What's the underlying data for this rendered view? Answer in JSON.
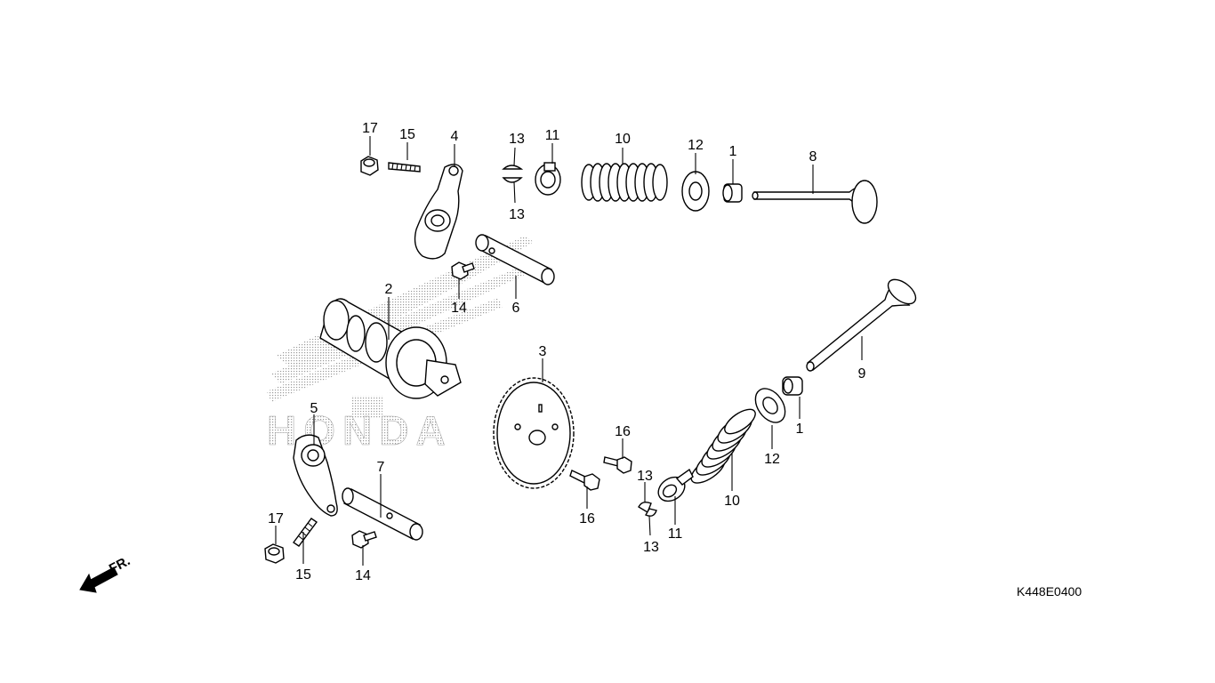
{
  "diagram": {
    "code": "K448E0400",
    "direction_label": "FR.",
    "watermark_text": "HONDA",
    "callouts": [
      {
        "id": "c1",
        "text": "17"
      },
      {
        "id": "c2",
        "text": "15"
      },
      {
        "id": "c3",
        "text": "4"
      },
      {
        "id": "c4",
        "text": "13"
      },
      {
        "id": "c5",
        "text": "11"
      },
      {
        "id": "c6",
        "text": "10"
      },
      {
        "id": "c7",
        "text": "12"
      },
      {
        "id": "c8",
        "text": "1"
      },
      {
        "id": "c9",
        "text": "8"
      },
      {
        "id": "c10",
        "text": "13"
      },
      {
        "id": "c11",
        "text": "2"
      },
      {
        "id": "c12",
        "text": "14"
      },
      {
        "id": "c13",
        "text": "6"
      },
      {
        "id": "c14",
        "text": "9"
      },
      {
        "id": "c15",
        "text": "3"
      },
      {
        "id": "c16",
        "text": "5"
      },
      {
        "id": "c17",
        "text": "1"
      },
      {
        "id": "c18",
        "text": "12"
      },
      {
        "id": "c19",
        "text": "16"
      },
      {
        "id": "c20",
        "text": "7"
      },
      {
        "id": "c21",
        "text": "13"
      },
      {
        "id": "c22",
        "text": "10"
      },
      {
        "id": "c23",
        "text": "16"
      },
      {
        "id": "c24",
        "text": "11"
      },
      {
        "id": "c25",
        "text": "17"
      },
      {
        "id": "c26",
        "text": "13"
      },
      {
        "id": "c27",
        "text": "15"
      },
      {
        "id": "c28",
        "text": "14"
      }
    ]
  }
}
